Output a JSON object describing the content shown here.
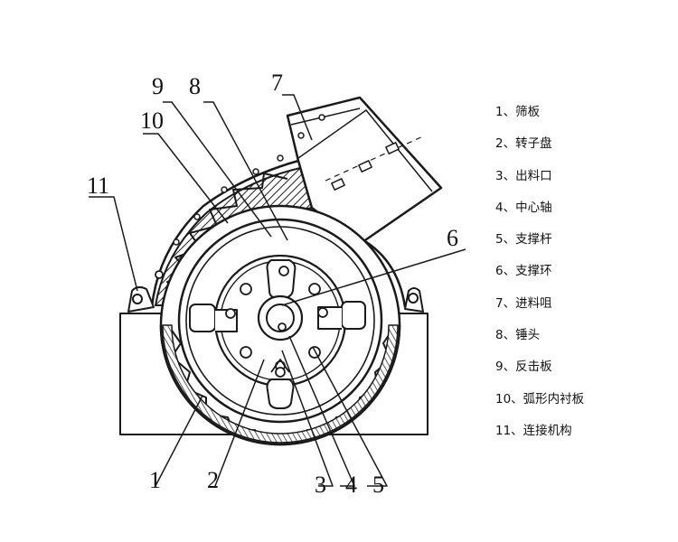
{
  "callouts": {
    "c1": "1",
    "c2": "2",
    "c3": "3",
    "c4": "4",
    "c5": "5",
    "c6": "6",
    "c7": "7",
    "c8": "8",
    "c9": "9",
    "c10": "10",
    "c11": "11"
  },
  "legend": [
    "1、筛板",
    "2、转子盘",
    "3、出料口",
    "4、中心轴",
    "5、支撑杆",
    "6、支撑环",
    "7、进料咀",
    "8、锤头",
    "9、反击板",
    "10、弧形内衬板",
    "11、连接机构"
  ],
  "colors": {
    "line": "#1a1a1a",
    "hatch": "#2a2a2a",
    "background": "#ffffff"
  }
}
